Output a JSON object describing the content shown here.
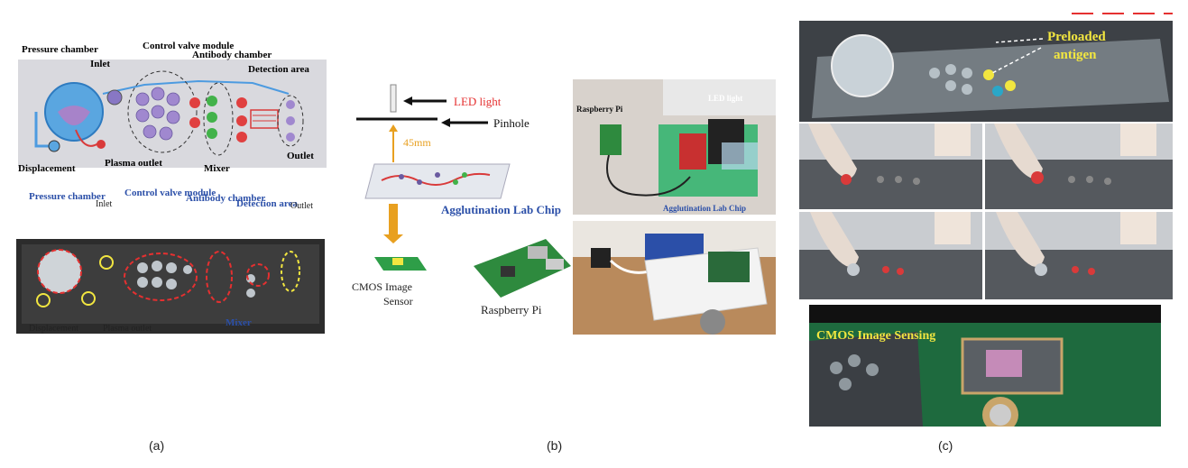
{
  "panel_a": {
    "caption": "(a)",
    "schematic_labels": {
      "pressure_chamber": "Pressure chamber",
      "inlet": "Inlet",
      "control_valve": "Control valve module",
      "antibody_chamber": "Antibody chamber",
      "detection_area": "Detection area",
      "displacement": "Displacement",
      "plasma_outlet": "Plasma outlet",
      "mixer": "Mixer",
      "outlet": "Outlet"
    },
    "photo_labels": {
      "pressure_chamber": "Pressure chamber",
      "inlet": "Inlet",
      "control_valve": "Control valve module",
      "antibody_chamber": "Antibody chamber",
      "detection_area": "Detection area",
      "outlet": "Outlet",
      "displacement": "Displacement",
      "plasma_outlet": "Plasma outlet",
      "mixer": "Mixer"
    }
  },
  "panel_b": {
    "caption": "(b)",
    "led_light": "LED light",
    "pinhole": "Pinhole",
    "distance": "45mm",
    "chip": "Agglutination Lab Chip",
    "cmos": "CMOS Image Sensor",
    "raspberry": "Raspberry Pi",
    "photo_raspberry": "Raspberry Pi",
    "photo_led": "LED light",
    "photo_chip": "Agglutination Lab Chip"
  },
  "panel_c": {
    "caption": "(c)",
    "preloaded": "Preloaded antigen",
    "cmos_sensing": "CMOS Image Sensing"
  },
  "colors": {
    "blue_label": "#2b4fa8",
    "red_label": "#e53030",
    "orange": "#e8a020",
    "yellow": "#f2e640"
  }
}
